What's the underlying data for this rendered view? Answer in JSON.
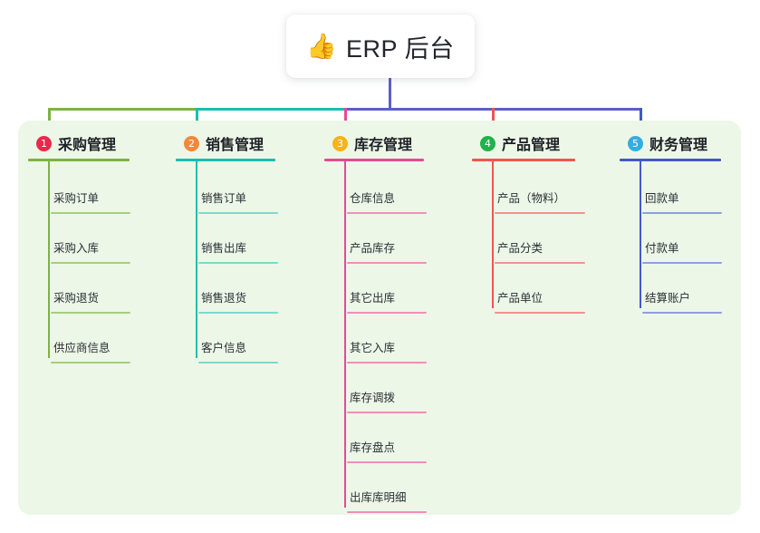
{
  "root": {
    "icon": "thumbs-up-icon",
    "emoji": "👍",
    "title": "ERP 后台"
  },
  "theme": {
    "panel_bg": "#edf7e7",
    "page_bg": "#ffffff",
    "root_stem": "#5b5fc7"
  },
  "columns": [
    {
      "number": "1",
      "title": "采购管理",
      "badge_color": "#e8294a",
      "line_color": "#7cb342",
      "leaf_line_color": "#a5cf7e",
      "connector_color": "#7cb342",
      "items": [
        "采购订单",
        "采购入库",
        "采购退货",
        "供应商信息"
      ]
    },
    {
      "number": "2",
      "title": "销售管理",
      "badge_color": "#f2883c",
      "line_color": "#18bfb0",
      "leaf_line_color": "#7ed8cf",
      "connector_color": "#18bfb0",
      "items": [
        "销售订单",
        "销售出库",
        "销售退货",
        "客户信息"
      ]
    },
    {
      "number": "3",
      "title": "库存管理",
      "badge_color": "#f5b417",
      "line_color": "#e64a94",
      "leaf_line_color": "#f08fbb",
      "connector_color": "#e64a94",
      "items": [
        "仓库信息",
        "产品库存",
        "其它出库",
        "其它入库",
        "库存调拨",
        "库存盘点",
        "出库库明细"
      ]
    },
    {
      "number": "4",
      "title": "产品管理",
      "badge_color": "#22b14c",
      "line_color": "#f2544f",
      "leaf_line_color": "#f4918d",
      "connector_color": "#f2544f",
      "items": [
        "产品（物料）",
        "产品分类",
        "产品单位"
      ]
    },
    {
      "number": "5",
      "title": "财务管理",
      "badge_color": "#34aee0",
      "line_color": "#4159c9",
      "leaf_line_color": "#8f9fe0",
      "connector_color": "#4159c9",
      "items": [
        "回款单",
        "付款单",
        "结算账户"
      ]
    }
  ]
}
